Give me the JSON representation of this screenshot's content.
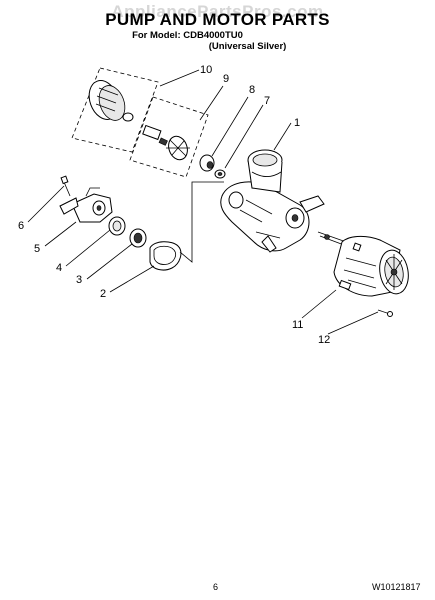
{
  "watermark": "AppliancePartsPros.com",
  "header": {
    "title": "PUMP AND MOTOR PARTS",
    "model_line": "For Model: CDB4000TU0",
    "variant": "(Universal Silver)"
  },
  "callouts": [
    "1",
    "2",
    "3",
    "4",
    "5",
    "6",
    "7",
    "8",
    "9",
    "10",
    "11",
    "12"
  ],
  "footer": {
    "page_number": "6",
    "document_number": "W10121817"
  }
}
